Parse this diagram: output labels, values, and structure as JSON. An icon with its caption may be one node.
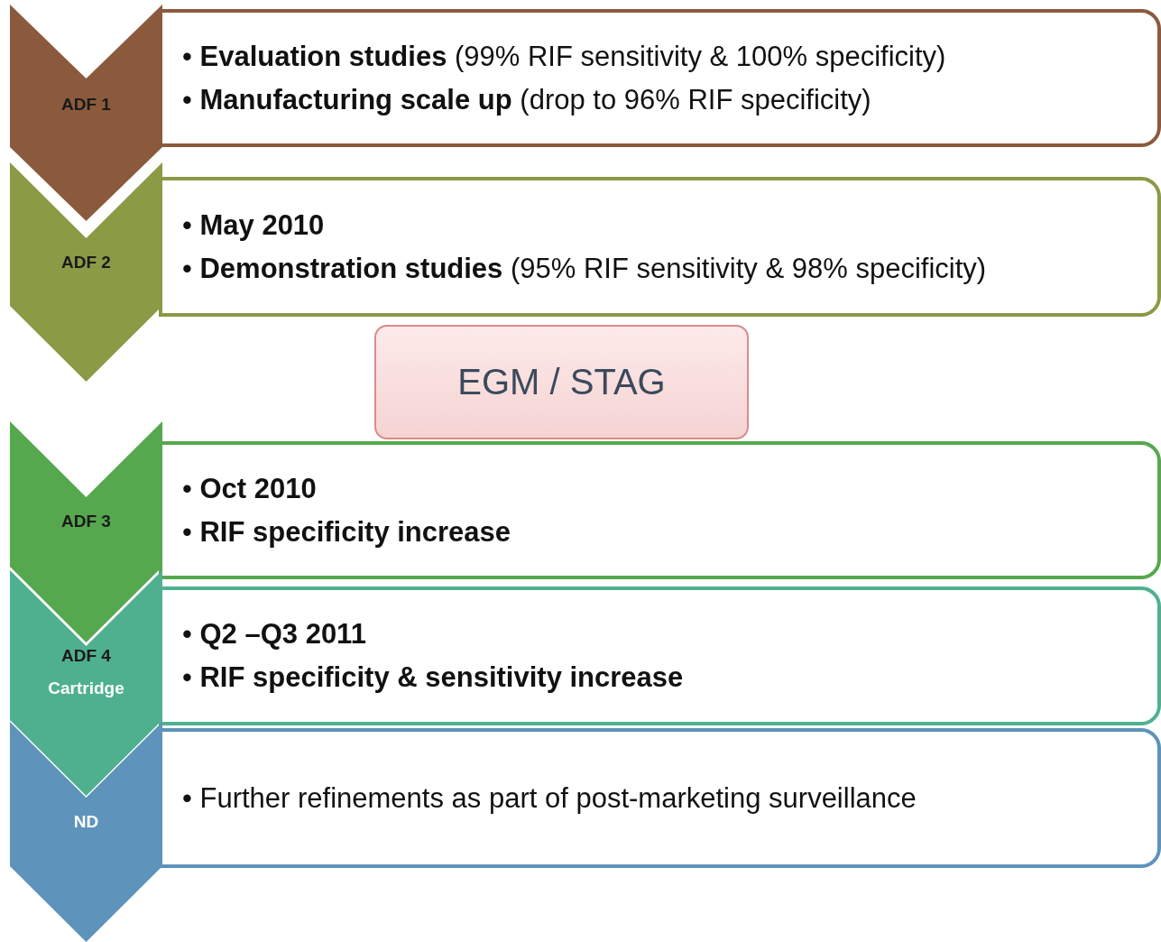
{
  "diagram": {
    "nodes": [
      {
        "text": [
          "ADF 1"
        ]
      },
      {
        "text": [
          "• **Evaluation studies** (99% RIF sensitivity & 100% specificity)",
          "• **Manufacturing scale up** (drop to 96% RIF specificity)"
        ]
      },
      {
        "text": [
          "ADF 2"
        ]
      },
      {
        "text": [
          "• **May 2010**",
          "• **Demonstration studies** (95% RIF sensitivity & 98% specificity)"
        ]
      },
      {
        "text": [
          "EGM / STAG"
        ]
      },
      {
        "text": [
          "ADF 3"
        ]
      },
      {
        "text": [
          "• **Oct 2010**",
          "• **RIF specificity increase**"
        ]
      },
      {
        "text": [
          "ADF 4",
          "Cartridge"
        ]
      },
      {
        "text": [
          "• **Q2 –Q3 2011**",
          "• **RIF specificity & sensitivity increase**"
        ]
      },
      {
        "text": [
          "ND"
        ]
      },
      {
        "text": [
          "• Further refinements as part of post-marketing surveillance"
        ]
      }
    ]
  }
}
